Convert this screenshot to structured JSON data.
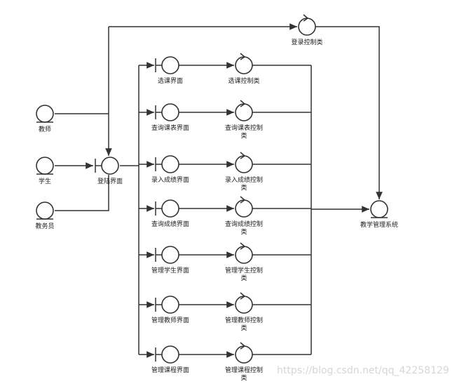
{
  "actors": [
    {
      "id": "teacher",
      "label": "教师"
    },
    {
      "id": "student",
      "label": "学生"
    },
    {
      "id": "admin",
      "label": "教务员"
    }
  ],
  "login_boundary": {
    "label": "登陆界面"
  },
  "login_control": {
    "label": "登录控制类"
  },
  "system_entity": {
    "label": "教学管理系统"
  },
  "rows": [
    {
      "boundary": "选课界面",
      "control": [
        "选课控制类"
      ]
    },
    {
      "boundary": "查询课表界面",
      "control": [
        "查询课表控制",
        "类"
      ]
    },
    {
      "boundary": "录入成绩界面",
      "control": [
        "录入成绩控制",
        "类"
      ]
    },
    {
      "boundary": "查询成绩界面",
      "control": [
        "查询成绩控制",
        "类"
      ]
    },
    {
      "boundary": "管理学生界面",
      "control": [
        "管理学生控制",
        "类"
      ]
    },
    {
      "boundary": "管理教师界面",
      "control": [
        "管理教师控制",
        "类"
      ]
    },
    {
      "boundary": "管理课程界面",
      "control": [
        "管理课程控制",
        "类"
      ]
    }
  ],
  "watermark": "https://blog.csdn.net/qq_42258129"
}
